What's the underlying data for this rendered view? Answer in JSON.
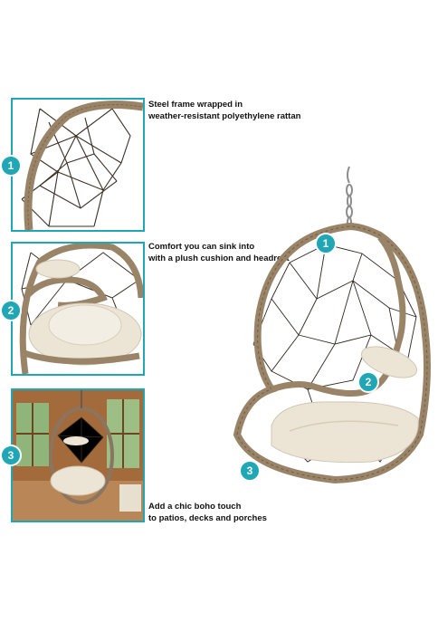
{
  "features": [
    {
      "badge": "1",
      "line1": "Steel frame wrapped in",
      "line2": "weather-resistant polyethylene rattan"
    },
    {
      "badge": "2",
      "line1": "Comfort you can sink into",
      "line2": "with a plush cushion and headrest"
    },
    {
      "badge": "3",
      "line1": "Add a chic boho touch",
      "line2": "to patios, decks and porches"
    }
  ],
  "main_badges": [
    "1",
    "2",
    "3"
  ],
  "colors": {
    "accent": "#1fa7b5",
    "rattan": "#9a8468",
    "cushion": "#ece5d5"
  }
}
